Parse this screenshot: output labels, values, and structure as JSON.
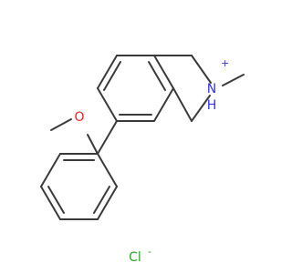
{
  "atoms": {
    "oxygen": "O",
    "nitrogen": "N",
    "hydrogen": "H",
    "nitrogen_charge": "+",
    "chloride": "Cl",
    "chloride_charge": "-"
  },
  "colors": {
    "bond": "#3a3a3a",
    "oxygen": "#e8242b",
    "nitrogen": "#3434e6",
    "chlorine": "#2aa52a"
  }
}
